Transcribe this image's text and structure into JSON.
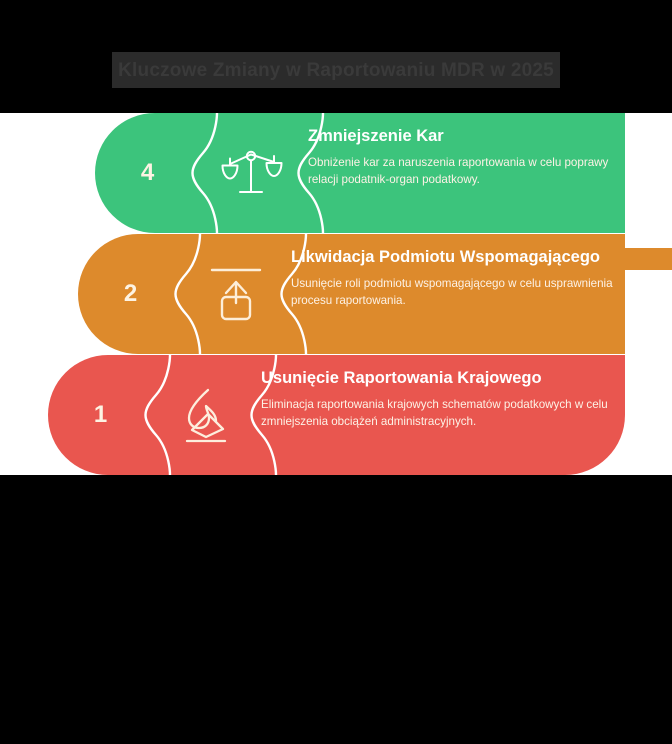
{
  "header": {
    "title": "Kluczowe Zmiany w Raportowaniu MDR w 2025"
  },
  "infographic": {
    "type": "stacked-rounded-steps",
    "colors": {
      "green": "#3CC47C",
      "orange": "#DD8A2C",
      "red": "#E9564F",
      "background": "#000000",
      "plate": "#FFFFFF",
      "number_text": "#FDF3E3",
      "title_text": "#FFFFFF",
      "body_text": "#FDF2E6"
    },
    "cards": [
      {
        "number": "4",
        "icon": "scales-balance-icon",
        "title": "Zmniejszenie Kar",
        "description": "Obniżenie kar za naruszenia raportowania w celu poprawy relacji podatnik-organ podatkowy.",
        "color": "#3CC47C"
      },
      {
        "number": "2",
        "icon": "upload-box-icon",
        "title": "Likwidacja Podmiotu Wspomagającego",
        "description": "Usunięcie roli podmiotu wspomagającego w celu usprawnienia procesu raportowania.",
        "color": "#DD8A2C"
      },
      {
        "number": "1",
        "icon": "flame-burn-document-icon",
        "title": "Usunięcie Raportowania Krajowego",
        "description": "Eliminacja raportowania krajowych schematów podatkowych w celu zmniejszenia obciążeń administracyjnych.",
        "color": "#E9564F"
      }
    ]
  }
}
